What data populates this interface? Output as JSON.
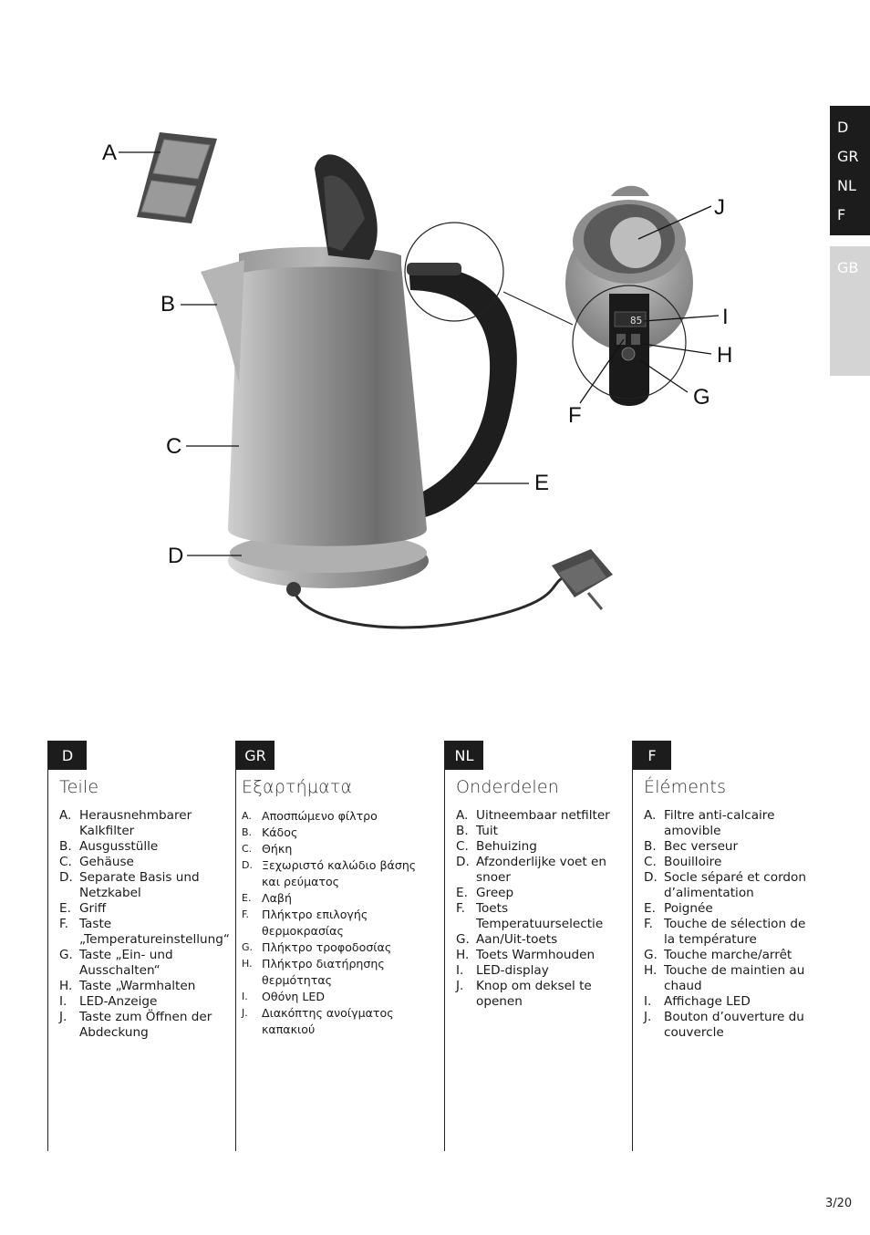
{
  "language_tabs": {
    "active": [
      "D",
      "GR",
      "NL",
      "F"
    ],
    "inactive": [
      "GB"
    ]
  },
  "illustration": {
    "labels": [
      "A",
      "B",
      "C",
      "D",
      "E",
      "F",
      "G",
      "H",
      "I",
      "J"
    ],
    "display_value": "85"
  },
  "columns": [
    {
      "tag": "D",
      "title": "Teile",
      "items": [
        {
          "key": "A.",
          "text": "Herausnehmbarer\nKalkfilter"
        },
        {
          "key": "B.",
          "text": "Ausgusstülle"
        },
        {
          "key": "C.",
          "text": "Gehäuse"
        },
        {
          "key": "D.",
          "text": "Separate Basis und\nNetzkabel"
        },
        {
          "key": "E.",
          "text": "Griff"
        },
        {
          "key": "F.",
          "text": "Taste\n„Temperatureinstellung“"
        },
        {
          "key": "G.",
          "text": "Taste „Ein- und\nAusschalten“"
        },
        {
          "key": "H.",
          "text": "Taste „Warmhalten"
        },
        {
          "key": "I.",
          "text": "LED-Anzeige"
        },
        {
          "key": "J.",
          "text": "Taste zum Öffnen der\nAbdeckung"
        }
      ]
    },
    {
      "tag": "GR",
      "title": "Εξαρτήματα",
      "items": [
        {
          "key": "A.",
          "text": "Αποσπώμενο φίλτρο"
        },
        {
          "key": "B.",
          "text": "Κάδος"
        },
        {
          "key": "C.",
          "text": "Θήκη"
        },
        {
          "key": "D.",
          "text": "Ξεχωριστό καλώδιο βάσης\nκαι ρεύματος"
        },
        {
          "key": "E.",
          "text": "Λαβή"
        },
        {
          "key": "F.",
          "text": "Πλήκτρο επιλογής\nθερμοκρασίας"
        },
        {
          "key": "G.",
          "text": "Πλήκτρο τροφοδοσίας"
        },
        {
          "key": "H.",
          "text": "Πλήκτρο διατήρησης\nθερμότητας"
        },
        {
          "key": "I.",
          "text": "Οθόνη LED"
        },
        {
          "key": "J.",
          "text": "Διακόπτης ανοίγματος\nκαπακιού"
        }
      ]
    },
    {
      "tag": "NL",
      "title": "Onderdelen",
      "items": [
        {
          "key": "A.",
          "text": "Uitneembaar netfilter"
        },
        {
          "key": "B.",
          "text": "Tuit"
        },
        {
          "key": "C.",
          "text": "Behuizing"
        },
        {
          "key": "D.",
          "text": "Afzonderlijke voet en\nsnoer"
        },
        {
          "key": "E.",
          "text": "Greep"
        },
        {
          "key": "F.",
          "text": "Toets\nTemperatuurselectie"
        },
        {
          "key": "G.",
          "text": "Aan/Uit-toets"
        },
        {
          "key": "H.",
          "text": "Toets Warmhouden"
        },
        {
          "key": "I.",
          "text": "LED-display"
        },
        {
          "key": "J.",
          "text": "Knop om deksel te\nopenen"
        }
      ]
    },
    {
      "tag": "F",
      "title": "Éléments",
      "items": [
        {
          "key": "A.",
          "text": "Filtre anti-calcaire\namovible"
        },
        {
          "key": "B.",
          "text": "Bec verseur"
        },
        {
          "key": "C.",
          "text": "Bouilloire"
        },
        {
          "key": "D.",
          "text": "Socle séparé et cordon\nd’alimentation"
        },
        {
          "key": "E.",
          "text": "Poignée"
        },
        {
          "key": "F.",
          "text": "Touche de sélection de\nla température"
        },
        {
          "key": "G.",
          "text": "Touche marche/arrêt"
        },
        {
          "key": "H.",
          "text": "Touche de maintien au\nchaud"
        },
        {
          "key": "I.",
          "text": "Affichage LED"
        },
        {
          "key": "J.",
          "text": "Bouton d’ouverture du\ncouvercle"
        }
      ]
    }
  ],
  "page_number": "3/20"
}
